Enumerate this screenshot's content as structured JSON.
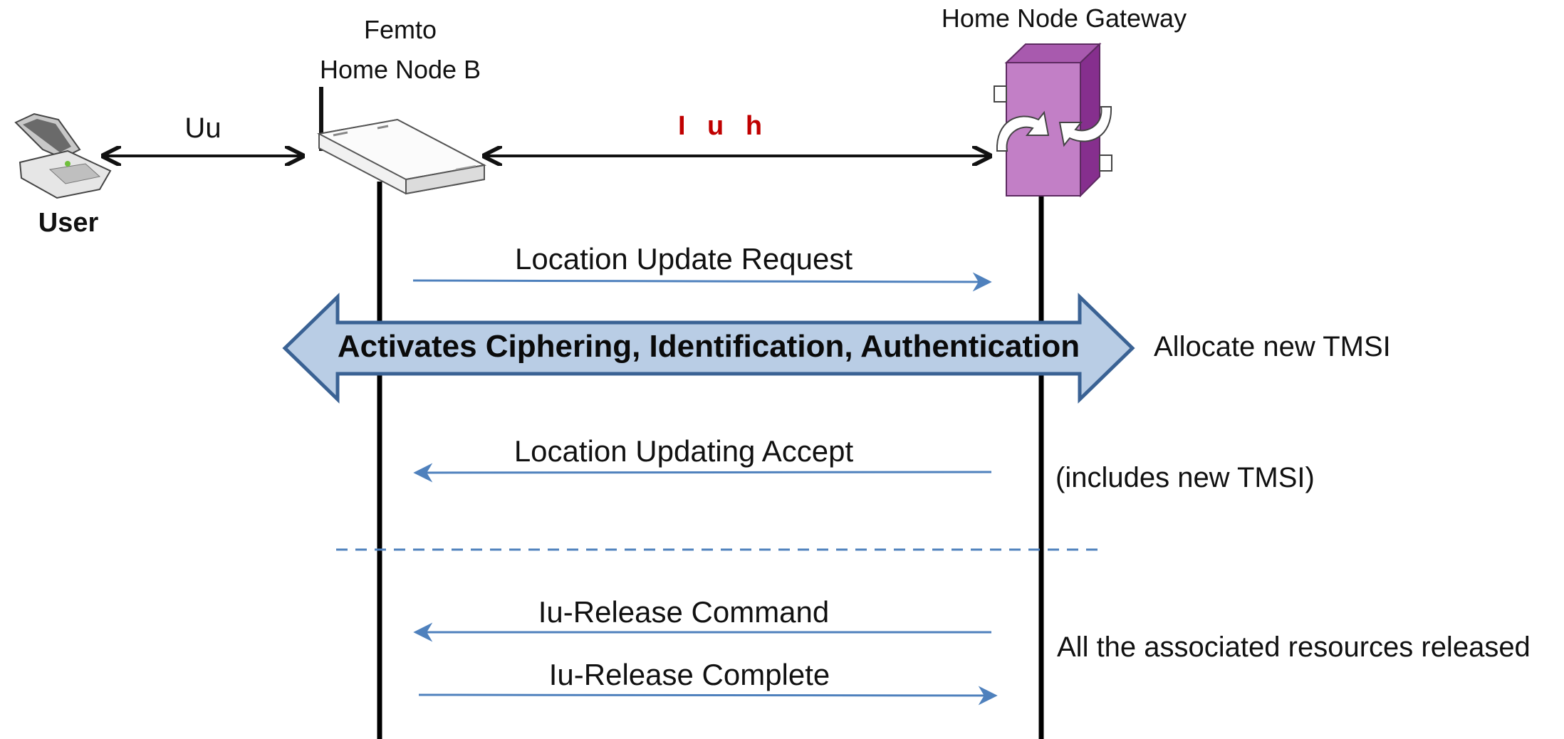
{
  "nodes": {
    "user": {
      "label": "User"
    },
    "hnb": {
      "label_line1": "Femto",
      "label_line2": "Home Node B"
    },
    "gateway": {
      "label": "Home Node  Gateway"
    }
  },
  "interfaces": {
    "uu": "Uu",
    "iuh": "I u h"
  },
  "messages": [
    {
      "label": "Location Update Request",
      "direction": "to-gateway"
    },
    {
      "label": "Location Updating Accept",
      "direction": "to-hnb"
    },
    {
      "label": "Iu-Release  Command",
      "direction": "to-hnb"
    },
    {
      "label": "Iu-Release  Complete",
      "direction": "to-gateway"
    }
  ],
  "procedure_band": {
    "label": "Activates Ciphering, Identification, Authentication"
  },
  "notes": {
    "allocate": "Allocate new TMSI",
    "includes": "(includes new TMSI)",
    "released": "All the associated resources released"
  },
  "colors": {
    "message_arrow": "#4f81bd",
    "band_fill": "#b9cde5",
    "band_stroke": "#3a6294",
    "gateway_front": "#c27fc6",
    "gateway_top": "#a85aae",
    "gateway_side": "#862f8e",
    "iuh_label": "#c00000"
  }
}
